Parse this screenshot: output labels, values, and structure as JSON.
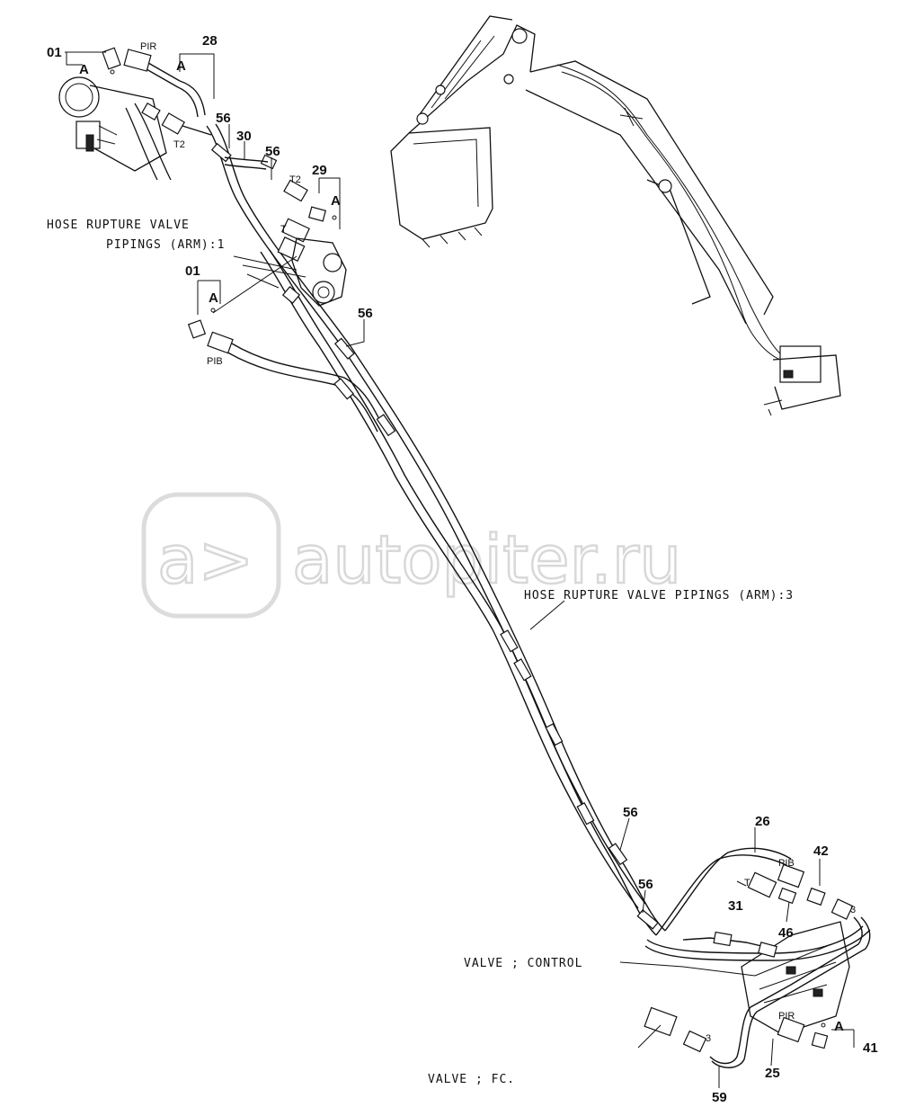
{
  "labels": {
    "arm1_line1": "HOSE RUPTURE VALVE",
    "arm1_line2": "PIPINGS (ARM):1",
    "arm3": "HOSE RUPTURE VALVE PIPINGS (ARM):3",
    "valve_control": "VALVE ; CONTROL",
    "valve_fc": "VALVE ; FC."
  },
  "part_numbers": {
    "p01_top": "01",
    "p01_mid": "01",
    "p28": "28",
    "p56_a": "56",
    "p30": "30",
    "p56_b": "56",
    "p29": "29",
    "p56_c": "56",
    "p56_d": "56",
    "p56_e": "56",
    "p26": "26",
    "p42": "42",
    "p31": "31",
    "p46": "46",
    "p41": "41",
    "p25": "25",
    "p59": "59"
  },
  "callouts": {
    "a1": "A",
    "a2": "A",
    "a3": "A",
    "a4": "A",
    "a5": "A"
  },
  "port_labels": {
    "pir_top": "PIR",
    "t2_a": "T2",
    "t2_b": "T2",
    "t_top": "T",
    "pib_top": "PIB",
    "pib_bottom": "PIB",
    "t_bottom": "T",
    "three_a": "3",
    "three_b": "3",
    "pir_bottom": "PIR"
  },
  "watermark": {
    "logo": "a>",
    "text": "autopiter.ru"
  }
}
